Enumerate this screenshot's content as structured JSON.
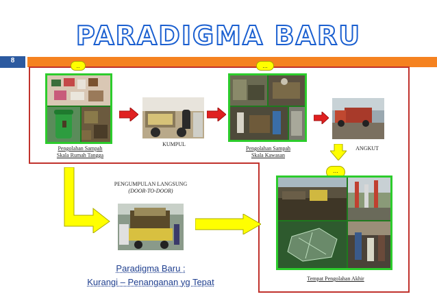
{
  "title": "PARADIGMA BARU",
  "page_number": "8",
  "colors": {
    "accent_band": "#f58220",
    "frame_red": "#c0312b",
    "photo_border": "#2ccc2c",
    "arrow_red": "#e02020",
    "arrow_yellow": "#ffff00",
    "title_blue": "#1a5fd0"
  },
  "bubbles": {
    "b1": "..",
    "b2": "...",
    "b3": "..."
  },
  "labels": {
    "rumah_tangga_1": "Pengolahan Sampah",
    "rumah_tangga_2": "Skala Rumah Tangga",
    "kumpul": "KUMPUL",
    "kawasan_1": "Pengolahan Sampah",
    "kawasan_2": "Skala Kawasan",
    "angkut": "ANGKUT",
    "langsung_1": "PENGUMPULAN LANGSUNG",
    "langsung_2": "(DOOR-TO-DOOR)",
    "tpa": "Tempat Pengolahan Akhir"
  },
  "footer": {
    "line1": "Paradigma Baru :",
    "line2": "Kurangi – Penanganan yg Tepat"
  }
}
